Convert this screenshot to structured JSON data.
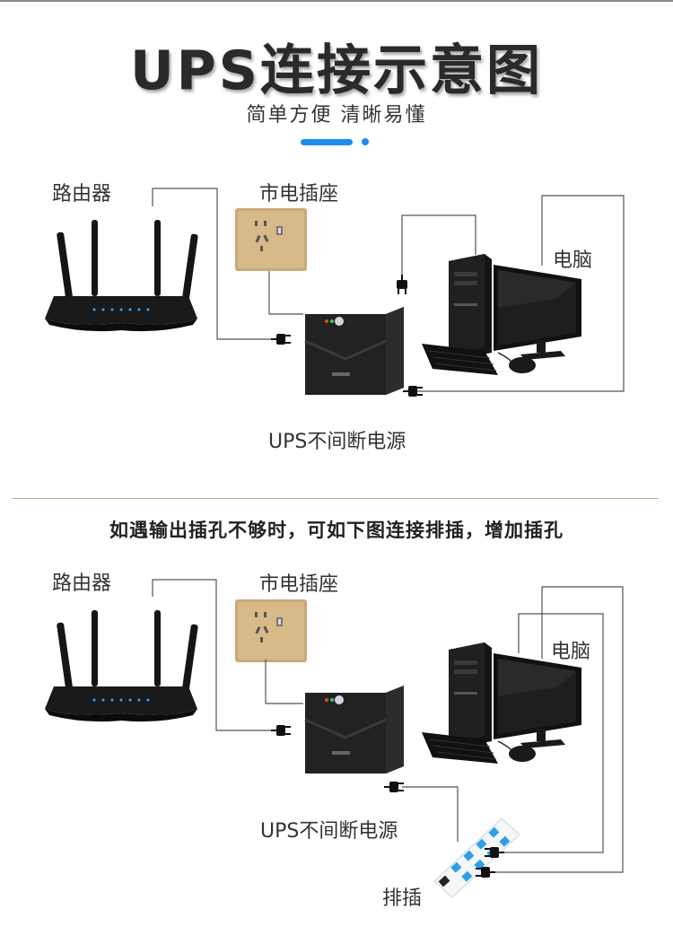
{
  "header": {
    "title": "UPS连接示意图",
    "subtitle": "简单方便 清晰易懂"
  },
  "colors": {
    "accent": "#1e8bf0",
    "divider": "#b8a98a",
    "wire": "#555555",
    "socket_panel": "#c9a87a"
  },
  "diagram_top": {
    "router_label": "路由器",
    "wall_socket_label": "市电插座",
    "computer_label": "电脑",
    "ups_label": "UPS不间断电源"
  },
  "note": "如遇输出插孔不够时，可如下图连接排插，增加插孔",
  "diagram_bottom": {
    "router_label": "路由器",
    "wall_socket_label": "市电插座",
    "computer_label": "电脑",
    "ups_label": "UPS不间断电源",
    "power_strip_label": "排插"
  },
  "icons": [
    "router-icon",
    "wall-socket-icon",
    "ups-icon",
    "computer-icon",
    "plug-icon",
    "power-strip-icon"
  ]
}
